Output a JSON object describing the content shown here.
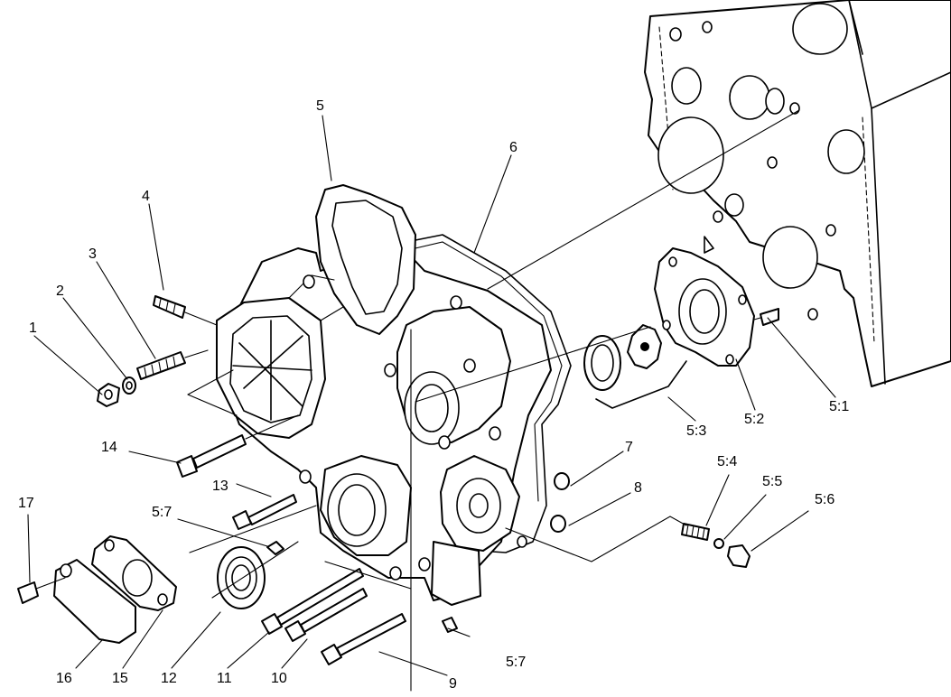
{
  "labels": {
    "l1": "1",
    "l2": "2",
    "l3": "3",
    "l4": "4",
    "l5": "5",
    "l6": "6",
    "l7": "7",
    "l8": "8",
    "l9": "9",
    "l10": "10",
    "l11": "11",
    "l12": "12",
    "l13": "13",
    "l14": "14",
    "l15": "15",
    "l16": "16",
    "l17": "17",
    "l5_1": "5:1",
    "l5_2": "5:2",
    "l5_3": "5:3",
    "l5_4": "5:4",
    "l5_5": "5:5",
    "l5_6": "5:6",
    "l5_7a": "5:7",
    "l5_7b": "5:7"
  }
}
